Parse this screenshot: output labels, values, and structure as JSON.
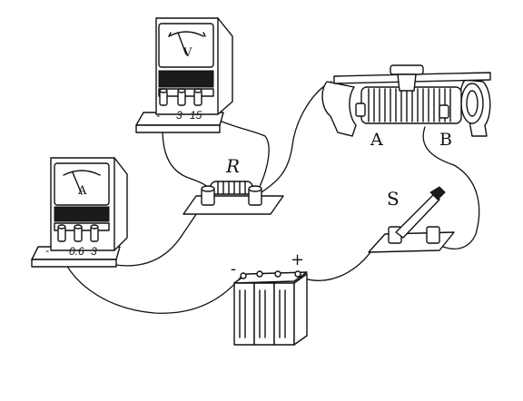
{
  "labels": {
    "resistor": "R",
    "rheostat_end_a": "A",
    "rheostat_end_b": "B",
    "switch": "S",
    "battery_negative": "-",
    "battery_positive": "+"
  },
  "voltmeter": {
    "face": "V",
    "terminals": [
      "-",
      "3",
      "15"
    ]
  },
  "ammeter": {
    "face": "A",
    "terminals": [
      "-",
      "0.6",
      "3"
    ]
  }
}
